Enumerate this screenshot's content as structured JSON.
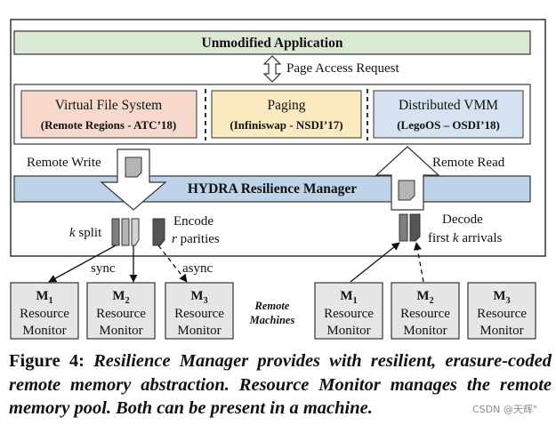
{
  "diagram": {
    "app_label": "Unmodified Application",
    "page_access_label": "Page Access Request",
    "vfs": {
      "title": "Virtual File System",
      "subtitle": "(Remote Regions - ATC’18)"
    },
    "paging": {
      "title": "Paging",
      "subtitle": "(Infiniswap - NSDI’17)"
    },
    "dvmm": {
      "title": "Distributed VMM",
      "subtitle": "(LegoOS – OSDI’18)"
    },
    "remote_write": "Remote Write",
    "remote_read": "Remote Read",
    "manager_label": "HYDRA Resilience Manager",
    "k_var": "k",
    "split_label": " split",
    "encode_label": "Encode",
    "r_var": "r",
    "parities_label": " parities",
    "decode_label": "Decode",
    "first_label": "first ",
    "arrivals_label": " arrivals",
    "sync_label": "sync",
    "async_label": "async",
    "remote_machines": [
      "Remote",
      "Machines"
    ],
    "monitor_line1": "Resource",
    "monitor_line2": "Monitor",
    "machines_left": [
      {
        "name": "M",
        "sub": "1"
      },
      {
        "name": "M",
        "sub": "2"
      },
      {
        "name": "M",
        "sub": "3"
      }
    ],
    "machines_right": [
      {
        "name": "M",
        "sub": "1"
      },
      {
        "name": "M",
        "sub": "2"
      },
      {
        "name": "M",
        "sub": "3"
      }
    ],
    "colors": {
      "app_fill": "#dbe9d4",
      "vfs_fill": "#f6d9cc",
      "paging_fill": "#fbe9c0",
      "dvmm_fill": "#d6e2f0",
      "manager_fill": "#bed3ea",
      "machine_fill": "#e6e6e6",
      "stroke": "#333333"
    }
  },
  "caption": {
    "label": "Figure 4:",
    "text": " Resilience Manager provides with resilient, erasure-coded remote memory abstraction. Resource Monitor manages the remote memory pool. Both can be present in a machine."
  },
  "watermark": "CSDN @天辉°"
}
